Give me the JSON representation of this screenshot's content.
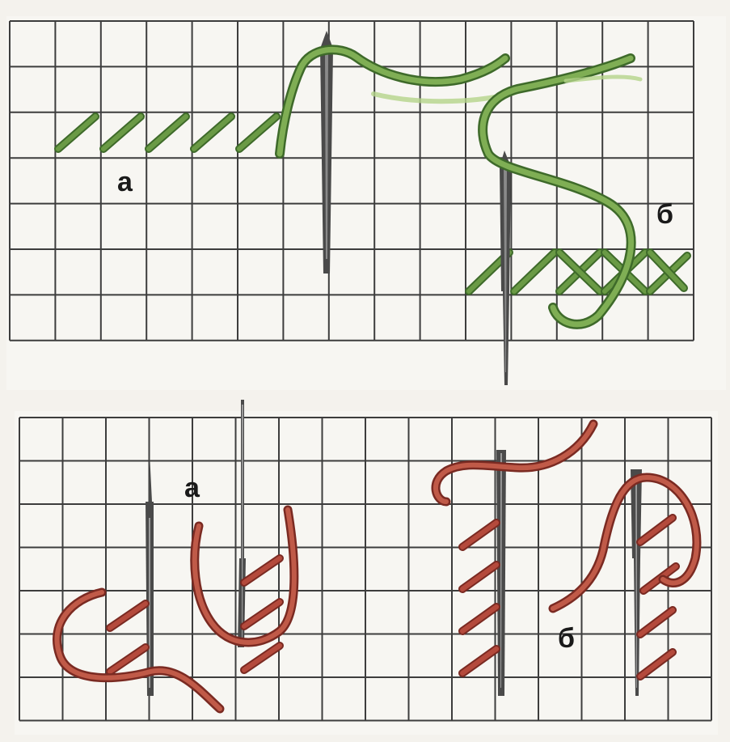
{
  "colors": {
    "grid_line": "#3d3d3d",
    "background": "#f7f6f2",
    "green_thread": "#6a9a45",
    "green_thread_dark": "#3e6a2a",
    "green_thread_light": "#b4d48a",
    "red_thread": "#b44a3c",
    "red_thread_dark": "#7a2a22",
    "needle": "#4a4a4a"
  },
  "labels": {
    "top_a": "а",
    "top_b": "б",
    "bottom_a": "а",
    "bottom_b": "б"
  }
}
